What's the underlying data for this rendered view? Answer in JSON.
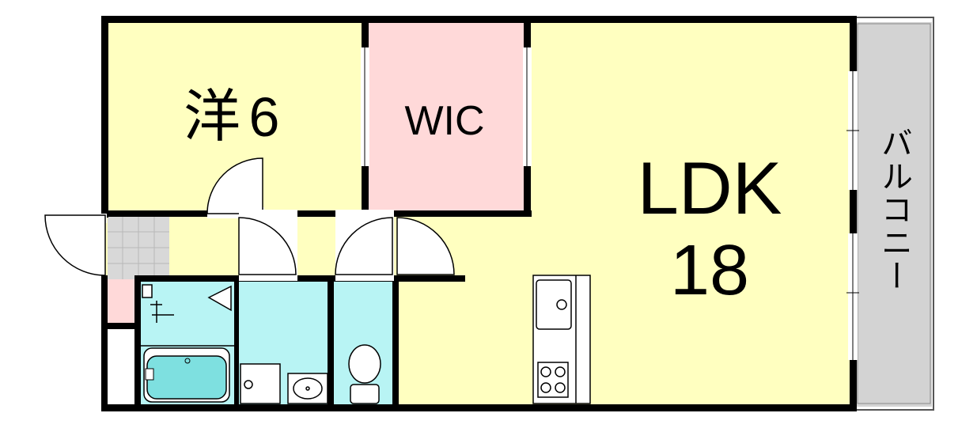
{
  "rooms": {
    "western_room": {
      "name": "洋",
      "size": "6"
    },
    "wic": {
      "name": "WIC"
    },
    "ldk": {
      "name": "LDK",
      "size": "18"
    },
    "balcony": {
      "name": "バルコニー"
    }
  },
  "colors": {
    "yellow_room": "#ffffc0",
    "wic": "#ffd9d9",
    "wet_area": "#b8f4f4",
    "balcony": "#d3d3d3",
    "entrance_tile": "#d8d8d8",
    "wall": "#000000"
  }
}
